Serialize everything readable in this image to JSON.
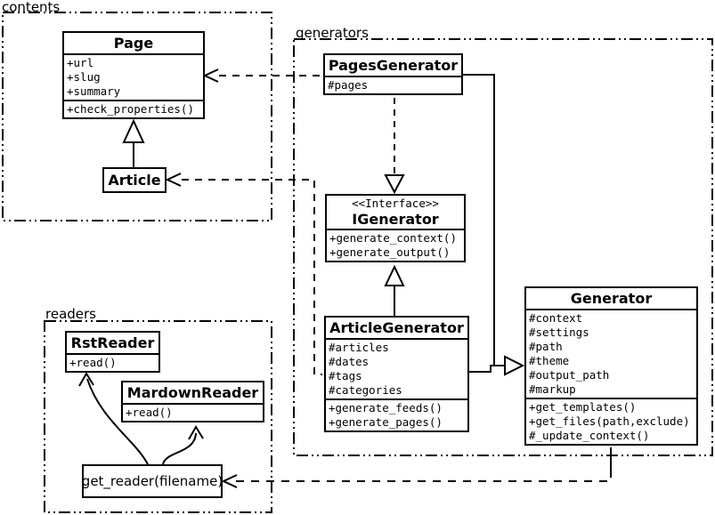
{
  "colors": {
    "ink": "#000000",
    "background": "#ffffff"
  },
  "packages": {
    "contents": {
      "label": "contents"
    },
    "generators": {
      "label": "generators"
    },
    "readers": {
      "label": "readers"
    }
  },
  "classes": {
    "page": {
      "title": "Page",
      "attributes": [
        "+url",
        "+slug",
        "+summary"
      ],
      "methods": [
        "+check_properties()"
      ]
    },
    "article": {
      "title": "Article"
    },
    "pages_generator": {
      "title": "PagesGenerator",
      "attributes": [
        "#pages"
      ]
    },
    "igenerator": {
      "stereotype": "<<Interface>>",
      "title": "IGenerator",
      "methods": [
        "+generate_context()",
        "+generate_output()"
      ]
    },
    "article_generator": {
      "title": "ArticleGenerator",
      "attributes": [
        "#articles",
        "#dates",
        "#tags",
        "#categories"
      ],
      "methods": [
        "+generate_feeds()",
        "+generate_pages()"
      ]
    },
    "generator": {
      "title": "Generator",
      "attributes": [
        "#context",
        "#settings",
        "#path",
        "#theme",
        "#output_path",
        "#markup"
      ],
      "methods": [
        "+get_templates()",
        "+get_files(path,exclude)",
        "#_update_context()"
      ]
    },
    "rst_reader": {
      "title": "RstReader",
      "methods": [
        "+read()"
      ]
    },
    "markdown_reader": {
      "title": "MardownReader",
      "methods": [
        "+read()"
      ]
    },
    "get_reader": {
      "label": "get_reader(filename)"
    }
  },
  "relations": [
    {
      "from": "Article",
      "to": "Page",
      "type": "generalization"
    },
    {
      "from": "PagesGenerator",
      "to": "Page",
      "type": "dependency"
    },
    {
      "from": "ArticleGenerator",
      "to": "Article",
      "type": "dependency"
    },
    {
      "from": "PagesGenerator",
      "to": "IGenerator",
      "type": "realization"
    },
    {
      "from": "ArticleGenerator",
      "to": "IGenerator",
      "type": "generalization"
    },
    {
      "from": "PagesGenerator",
      "to": "Generator",
      "type": "generalization"
    },
    {
      "from": "ArticleGenerator",
      "to": "Generator",
      "type": "generalization"
    },
    {
      "from": "Generator",
      "to": "get_reader(filename)",
      "type": "dependency"
    },
    {
      "from": "get_reader(filename)",
      "to": "RstReader",
      "type": "arrow"
    },
    {
      "from": "get_reader(filename)",
      "to": "MardownReader",
      "type": "arrow"
    }
  ]
}
